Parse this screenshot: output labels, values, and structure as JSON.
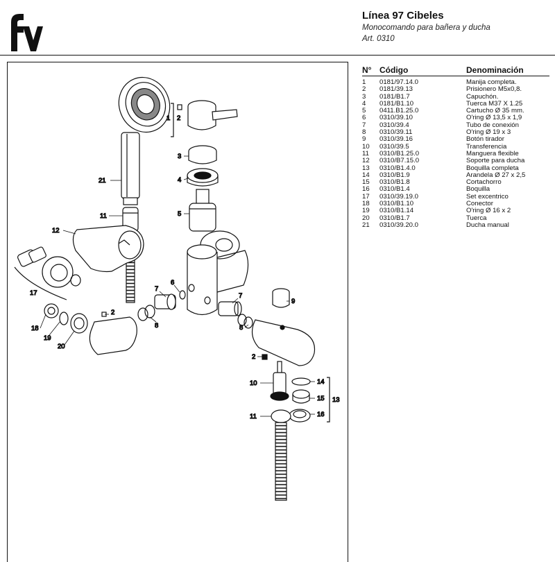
{
  "brand": {
    "logo_text": "fv"
  },
  "header": {
    "title": "Línea 97 Cibeles",
    "subtitle": "Monocomando para bañera y ducha",
    "article": "Art. 0310"
  },
  "table": {
    "headers": {
      "no": "N°",
      "code": "Código",
      "name": "Denominación"
    },
    "rows": [
      {
        "no": "1",
        "code": "0181/97.14.0",
        "name": "Manija completa."
      },
      {
        "no": "2",
        "code": "0181/39.13",
        "name": "Prisionero M5x0,8."
      },
      {
        "no": "3",
        "code": "0181/B1.7",
        "name": "Capuchón."
      },
      {
        "no": "4",
        "code": "0181/B1.10",
        "name": "Tuerca M37 X 1.25"
      },
      {
        "no": "5",
        "code": "0411.B1.25.0",
        "name": "Cartucho Ø 35 mm."
      },
      {
        "no": "6",
        "code": "0310/39.10",
        "name": "O'ring Ø 13,5 x 1,9"
      },
      {
        "no": "7",
        "code": "0310/39.4",
        "name": "Tubo de conexión"
      },
      {
        "no": "8",
        "code": "0310/39.11",
        "name": "O'ring Ø 19 x 3"
      },
      {
        "no": "9",
        "code": "0310/39.16",
        "name": "Botón tirador"
      },
      {
        "no": "10",
        "code": "0310/39.5",
        "name": "Transferencia"
      },
      {
        "no": "11",
        "code": "0310/B1.25.0",
        "name": "Manguera flexible"
      },
      {
        "no": "12",
        "code": "0310/B7.15.0",
        "name": "Soporte para ducha"
      },
      {
        "no": "13",
        "code": "0310/B1.4.0",
        "name": "Boquilla completa"
      },
      {
        "no": "14",
        "code": "0310/B1.9",
        "name": "Arandela Ø  27 x 2,5"
      },
      {
        "no": "15",
        "code": "0310/B1.8",
        "name": "Cortachorro"
      },
      {
        "no": "16",
        "code": "0310/B1.4",
        "name": "Boquilla"
      },
      {
        "no": "17",
        "code": "0310/39.19.0",
        "name": "Set excentrico"
      },
      {
        "no": "18",
        "code": "0310/B1.10",
        "name": "Conector"
      },
      {
        "no": "19",
        "code": "0310/B1.14",
        "name": "O'ring Ø 16 x 2"
      },
      {
        "no": "20",
        "code": "0310/B1.7",
        "name": "Tuerca"
      },
      {
        "no": "21",
        "code": "0310/39.20.0",
        "name": "Ducha manual"
      }
    ]
  },
  "callouts": {
    "n1": "1",
    "n2": "2",
    "n3": "3",
    "n4": "4",
    "n5": "5",
    "n6": "6",
    "n7": "7",
    "n8": "8",
    "n9": "9",
    "n10": "10",
    "n11": "11",
    "n12": "12",
    "n13": "13",
    "n14": "14",
    "n15": "15",
    "n16": "16",
    "n17": "17",
    "n18": "18",
    "n19": "19",
    "n20": "20",
    "n21": "21"
  }
}
